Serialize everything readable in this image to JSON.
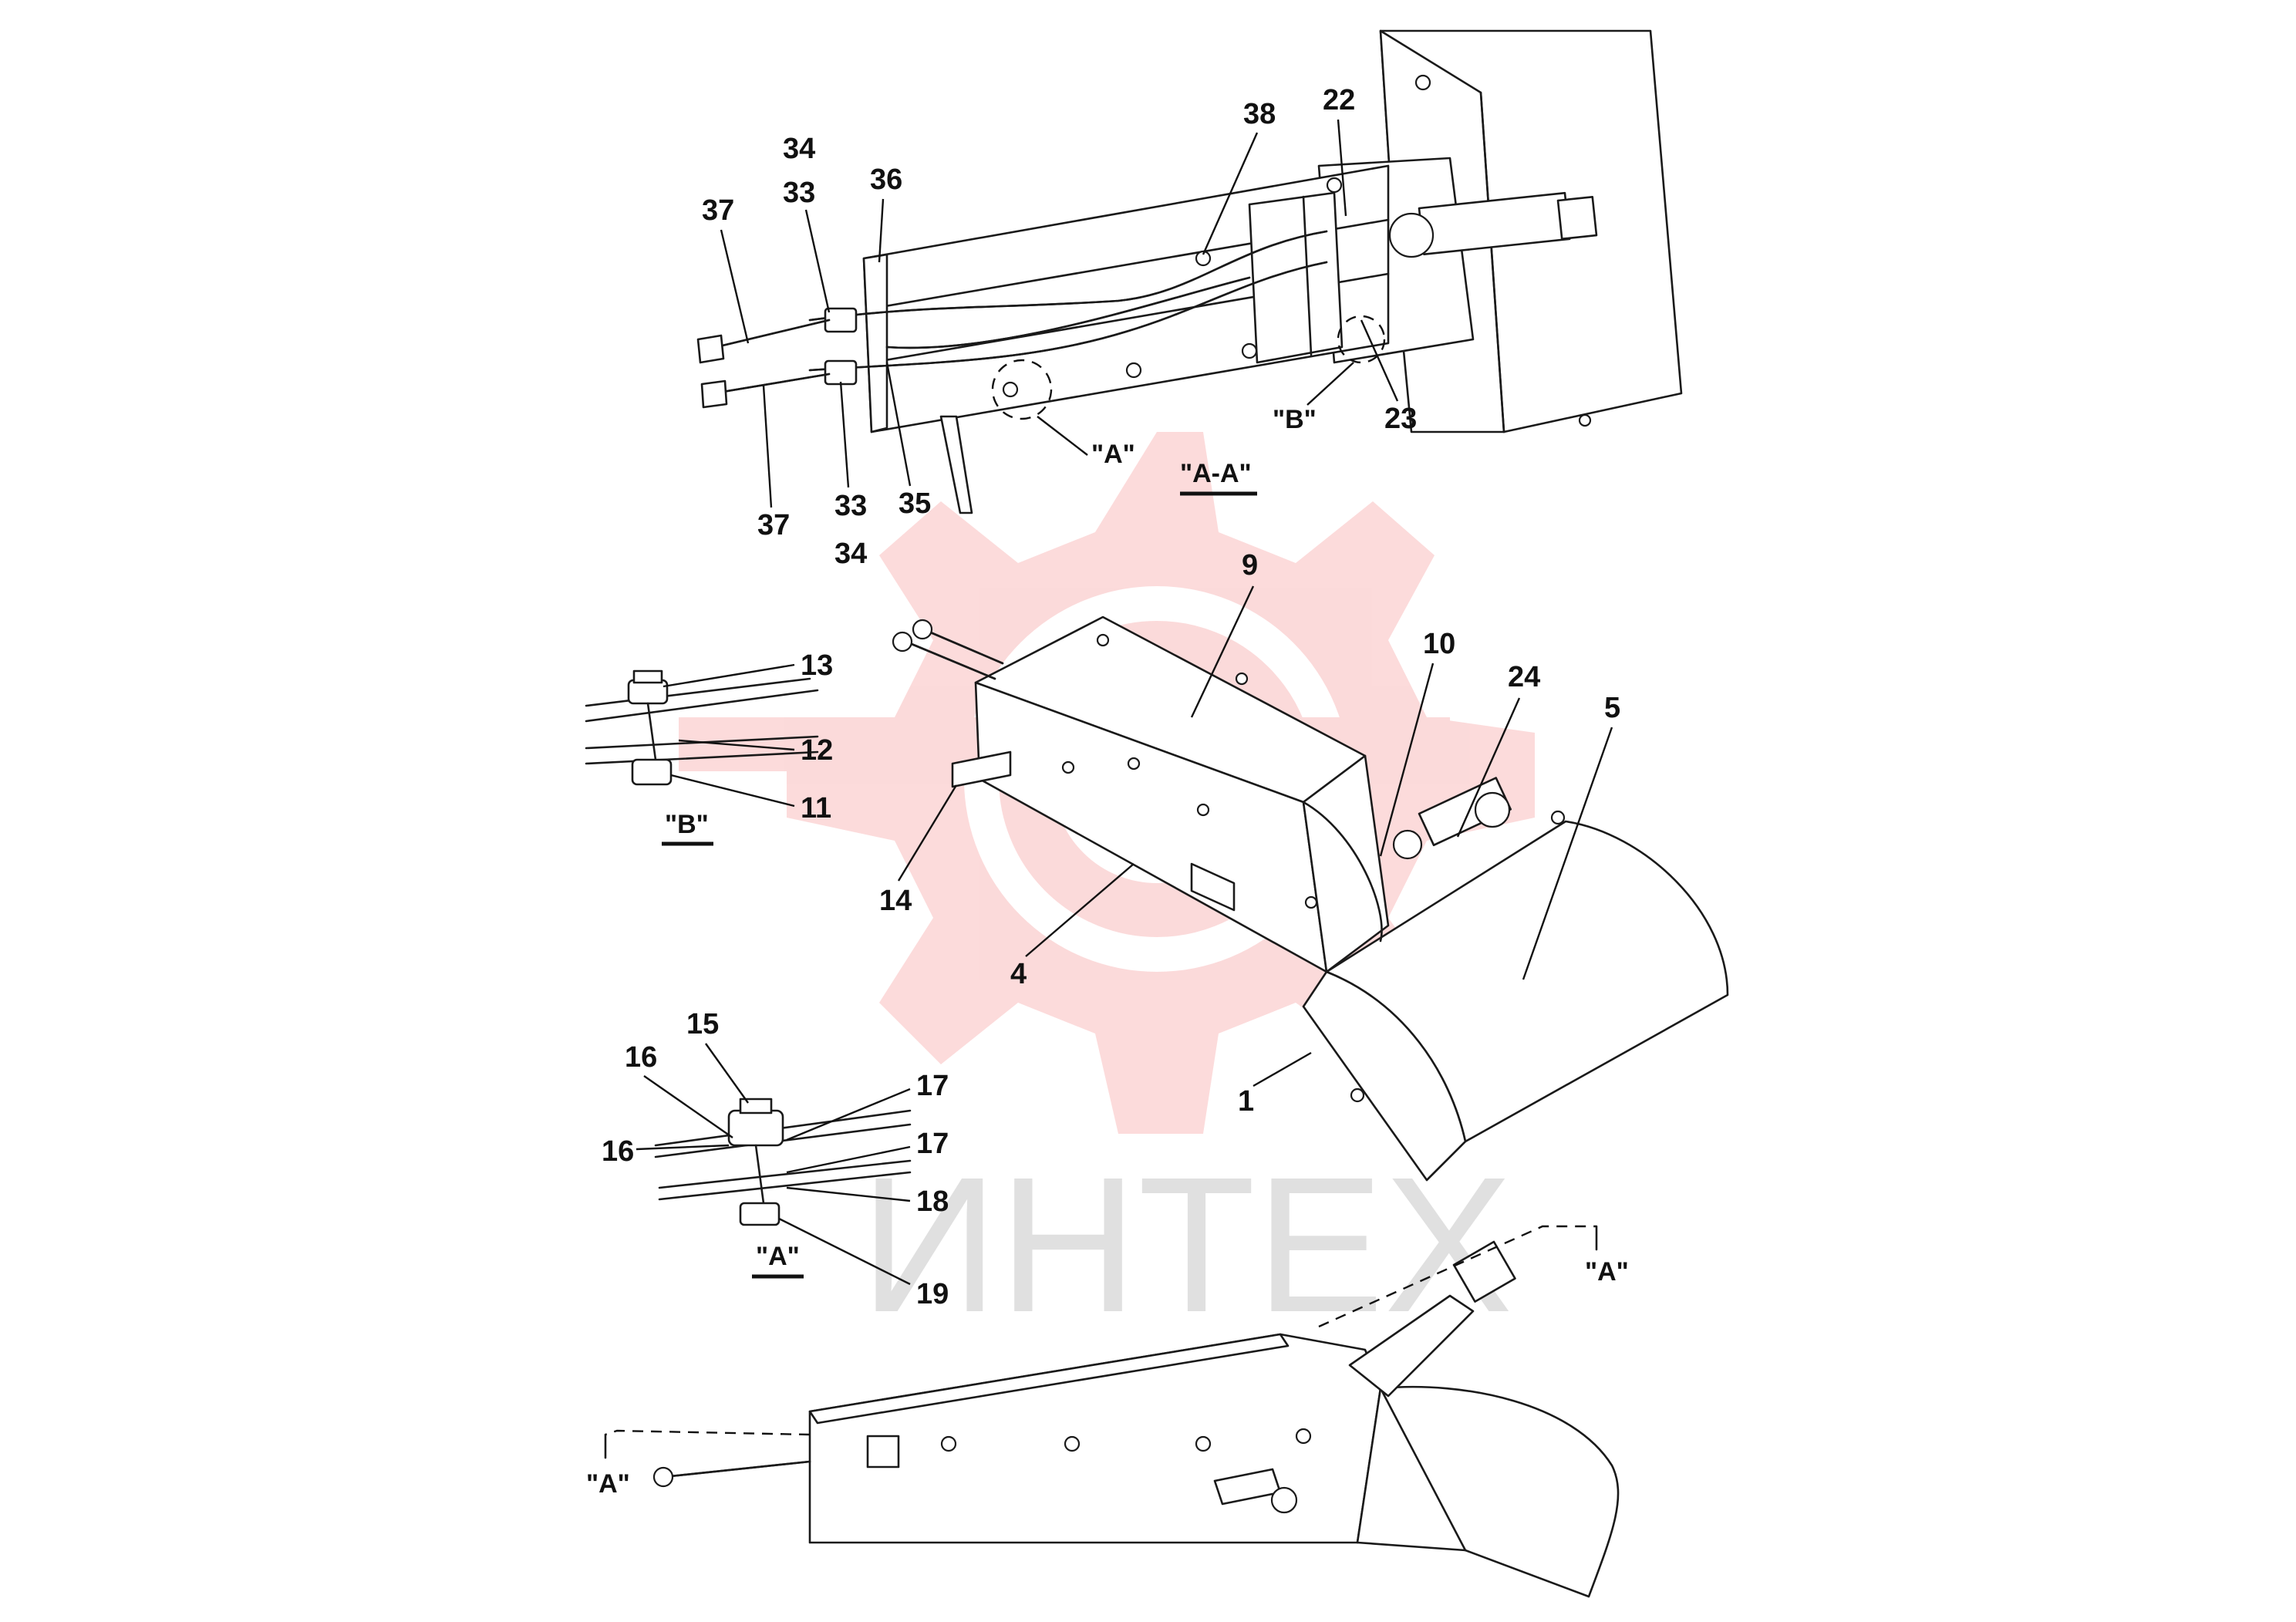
{
  "watermark": {
    "text": "ИНТЕХ",
    "logo_color": "#f05a5a",
    "text_color": "#c8c8c8"
  },
  "view_labels": {
    "section_aa": "\"A-A\"",
    "ref_a_top": "\"A\"",
    "ref_b_top": "\"B\"",
    "detail_b": "\"B\"",
    "detail_a": "\"A\"",
    "cut_a_right": "\"A\"",
    "cut_a_left": "\"A\""
  },
  "callouts": {
    "c38": "38",
    "c22": "22",
    "c34a": "34",
    "c33a": "33",
    "c36": "36",
    "c37a": "37",
    "c37b": "37",
    "c33b": "33",
    "c34b": "34",
    "c35": "35",
    "c23": "23",
    "c9": "9",
    "c10": "10",
    "c24": "24",
    "c5": "5",
    "c13": "13",
    "c12": "12",
    "c11": "11",
    "c14": "14",
    "c4": "4",
    "c1": "1",
    "c15": "15",
    "c16a": "16",
    "c16b": "16",
    "c17a": "17",
    "c17b": "17",
    "c18": "18",
    "c19": "19"
  }
}
